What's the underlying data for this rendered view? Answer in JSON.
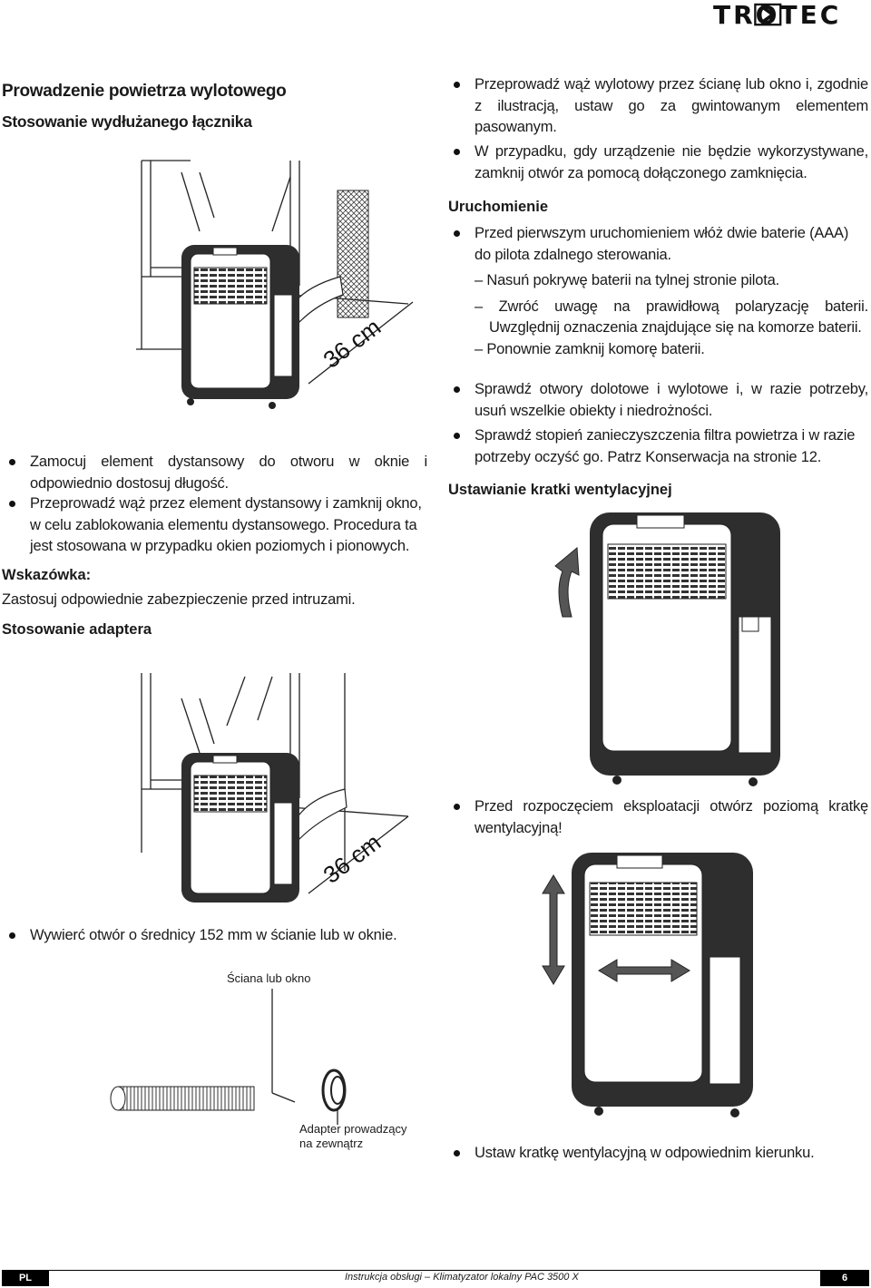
{
  "brand": "TROTEC",
  "left": {
    "title": "Prowadzenie powietrza wylotowego",
    "subtitle": "Stosowanie wydłużanego łącznika",
    "fig1_dim": "36 cm",
    "bullets1": [
      "Zamocuj element dystansowy do otworu w oknie i odpowiednio dostosuj długość.",
      "Przeprowadź wąż przez element dystansowy i zamknij okno, w celu zablokowania elementu dystansowego. Procedura ta jest stosowana w przypadku okien poziomych i pionowych."
    ],
    "hint_label": "Wskazówka:",
    "hint_text": "Zastosuj odpowiednie zabezpieczenie przed intruzami.",
    "adapter_heading": "Stosowanie adaptera",
    "fig2_dim": "36 cm",
    "bullet_drill": "Wywierć otwór o średnicy 152 mm w ścianie lub w oknie.",
    "wall_label": "Ściana lub okno",
    "adapter_label_1": "Adapter prowadzący",
    "adapter_label_2": "na zewnątrz"
  },
  "right": {
    "bullets_top": [
      "Przeprowadź wąż wylotowy przez ścianę lub okno i, zgodnie z ilustracją, ustaw go za gwintowanym elementem pasowanym.",
      "W przypadku, gdy urządzenie nie będzie wykorzystywane, zamknij otwór za pomocą dołączonego zamknięcia."
    ],
    "startup_heading": "Uruchomienie",
    "startup_bullet": "Przed pierwszym uruchomieniem włóż dwie baterie (AAA) do pilota zdalnego sterowania.",
    "steps": [
      "– Nasuń pokrywę baterii na tylnej stronie pilota.",
      "– Zwróć uwagę na prawidłową polaryzację baterii.",
      "Uwzględnij oznaczenia znajdujące się na komorze baterii.",
      "– Ponownie zamknij komorę baterii."
    ],
    "check_bullets": [
      "Sprawdź otwory dolotowe i wylotowe i, w razie potrzeby, usuń wszelkie obiekty i niedrożności.",
      "Sprawdź stopień zanieczyszczenia filtra powietrza i w razie potrzeby oczyść go. Patrz Konserwacja na stronie 12."
    ],
    "grille_heading": "Ustawianie kratki wentylacyjnej",
    "grille_bullet_1": "Przed rozpoczęciem eksploatacji otwórz poziomą kratkę wentylacyjną!",
    "grille_bullet_2": "Ustaw kratkę wentylacyjną w odpowiednim kierunku."
  },
  "footer": {
    "lang": "PL",
    "doc": "Instrukcja obsługi – Klimatyzator lokalny PAC 3500 X",
    "page": "6"
  }
}
